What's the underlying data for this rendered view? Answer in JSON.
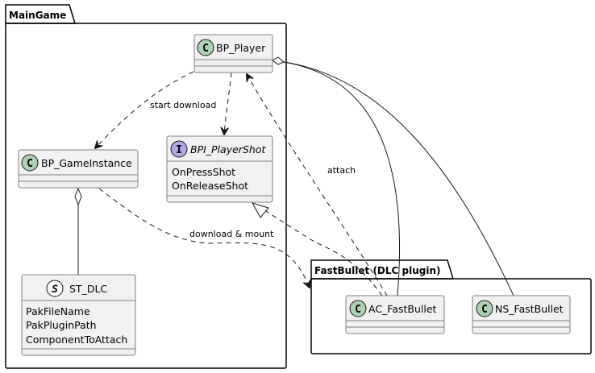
{
  "diagram": {
    "type": "uml-class-diagram",
    "colors": {
      "class_fill": "#f1f1f1",
      "class_border": "#7f7f7f",
      "class_spot": "#add1b2",
      "interface_spot": "#b4a7e5",
      "struct_spot": "#ffffff",
      "package_border": "#000000",
      "edge": "#181818"
    },
    "packages": [
      {
        "id": "maingame",
        "title": "MainGame"
      },
      {
        "id": "fastbullet",
        "title": "FastBullet (DLC plugin)"
      }
    ],
    "classes": [
      {
        "id": "bp_player",
        "kind": "class",
        "spot": "C",
        "name": "BP_Player",
        "members": []
      },
      {
        "id": "bp_gameinstance",
        "kind": "class",
        "spot": "C",
        "name": "BP_GameInstance",
        "members": []
      },
      {
        "id": "bpi_playershot",
        "kind": "interface",
        "spot": "I",
        "name": "BPI_PlayerShot",
        "members": [
          "OnPressShot",
          "OnReleaseShot"
        ]
      },
      {
        "id": "st_dlc",
        "kind": "struct",
        "spot": "S",
        "name": "ST_DLC",
        "members": [
          "PakFileName",
          "PakPluginPath",
          "ComponentToAttach"
        ]
      },
      {
        "id": "ac_fastbullet",
        "kind": "class",
        "spot": "C",
        "name": "AC_FastBullet",
        "members": []
      },
      {
        "id": "ns_fastbullet",
        "kind": "class",
        "spot": "C",
        "name": "NS_FastBullet",
        "members": []
      }
    ],
    "relations": [
      {
        "from": "bp_player",
        "to": "bp_gameinstance",
        "type": "dependency",
        "label": "start download"
      },
      {
        "from": "bp_player",
        "to": "bpi_playershot",
        "type": "dependency",
        "label": ""
      },
      {
        "from": "ac_fastbullet",
        "to": "bp_player",
        "type": "dependency",
        "label": "attach"
      },
      {
        "from": "bp_gameinstance",
        "to": "fastbullet",
        "type": "dependency",
        "label": "download & mount"
      },
      {
        "from": "ac_fastbullet",
        "to": "bpi_playershot",
        "type": "realization",
        "label": ""
      },
      {
        "from": "bp_gameinstance",
        "to": "st_dlc",
        "type": "aggregation",
        "label": ""
      },
      {
        "from": "bp_player",
        "to": "ac_fastbullet",
        "type": "aggregation",
        "label": ""
      },
      {
        "from": "bp_player",
        "to": "ns_fastbullet",
        "type": "aggregation",
        "label": ""
      }
    ]
  }
}
